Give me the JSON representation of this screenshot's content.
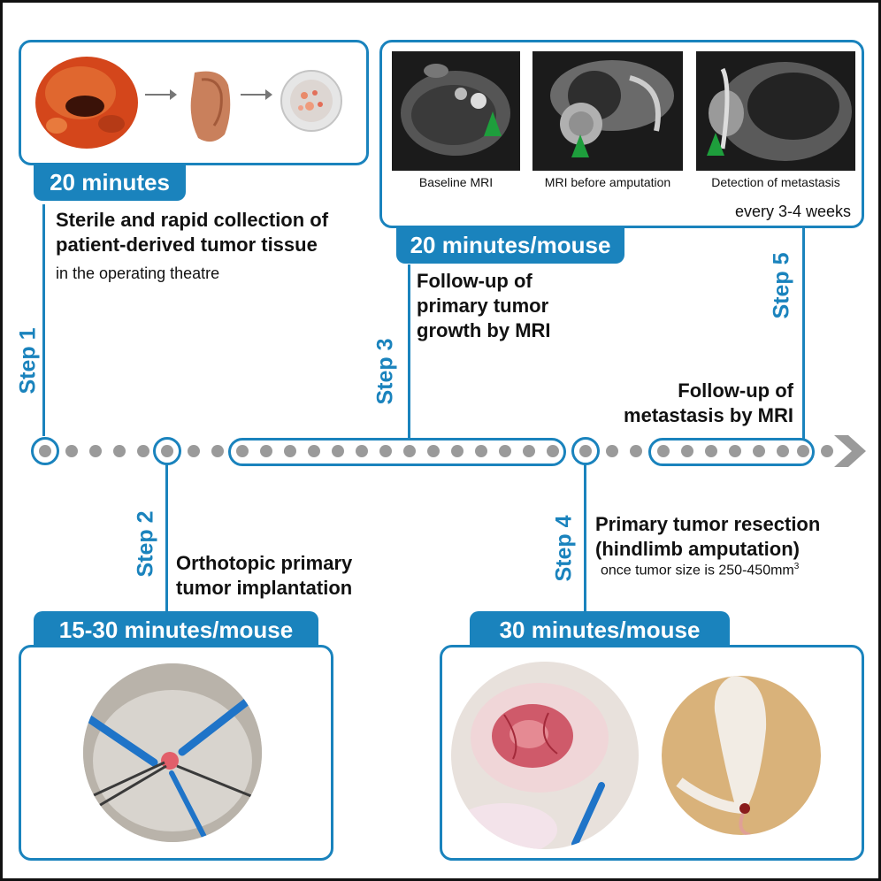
{
  "steps": {
    "step1": {
      "label": "Step 1",
      "time": "20 minutes",
      "title_line1": "Sterile and rapid collection of",
      "title_line2": "patient-derived tumor tissue",
      "subtitle": "in the operating theatre"
    },
    "step2": {
      "label": "Step 2",
      "time": "15-30 minutes/mouse",
      "title_line1": "Orthotopic primary",
      "title_line2": "tumor implantation"
    },
    "step3": {
      "label": "Step 3",
      "time": "20 minutes/mouse",
      "title_line1": "Follow-up of",
      "title_line2": "primary tumor",
      "title_line3": "growth by MRI"
    },
    "step4": {
      "label": "Step 4",
      "time": "30 minutes/mouse",
      "title_line1": "Primary tumor resection",
      "title_line2": "(hindlimb amputation)",
      "subtitle": "once tumor size is 250-450mm",
      "subtitle_sup": "3"
    },
    "step5": {
      "label": "Step 5",
      "title_line1": "Follow-up of",
      "title_line2": "metastasis by  MRI"
    }
  },
  "mri_panel": {
    "captions": [
      "Baseline MRI",
      "MRI before amputation",
      "Detection of metastasis"
    ],
    "frequency": "every 3-4 weeks"
  },
  "colors": {
    "accent": "#1a83bd",
    "dots": "#9a9a9a",
    "marker": "#1e9e3c"
  }
}
